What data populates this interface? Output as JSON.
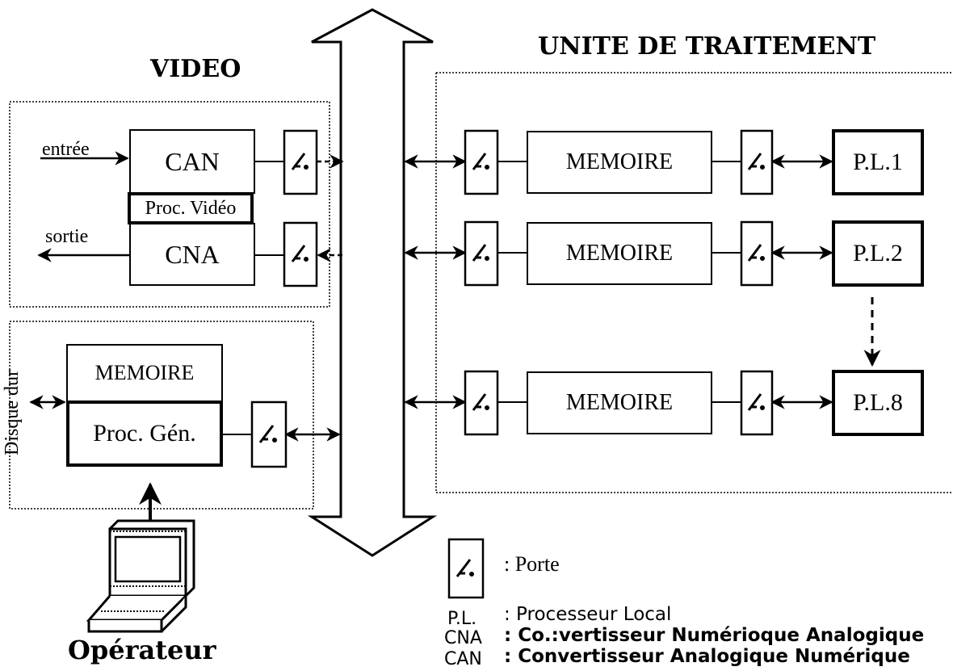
{
  "titles": {
    "video": "VIDEO",
    "unit": "UNITE DE TRAITEMENT",
    "operator": "Opérateur",
    "disk": "Disque dur"
  },
  "video": {
    "input_label": "entrée",
    "output_label": "sortie",
    "can": "CAN",
    "proc_video": "Proc. Vidéo",
    "cna": "CNA"
  },
  "general": {
    "memory": "MEMOIRE",
    "processor": "Proc. Gén."
  },
  "unit": {
    "rows": [
      {
        "memory": "MEMOIRE",
        "pl": "P.L.1"
      },
      {
        "memory": "MEMOIRE",
        "pl": "P.L.2"
      },
      {
        "memory": "MEMOIRE",
        "pl": "P.L.8"
      }
    ]
  },
  "legend": {
    "gate": ": Porte",
    "items": [
      {
        "abbr": "P.L.",
        "desc": ": Processeur Local"
      },
      {
        "abbr": "CNA",
        "desc": ": Co.:vertisseur Numérioque Analogique"
      },
      {
        "abbr": "CAN",
        "desc": ": Convertisseur Analogique Numérique"
      }
    ]
  }
}
